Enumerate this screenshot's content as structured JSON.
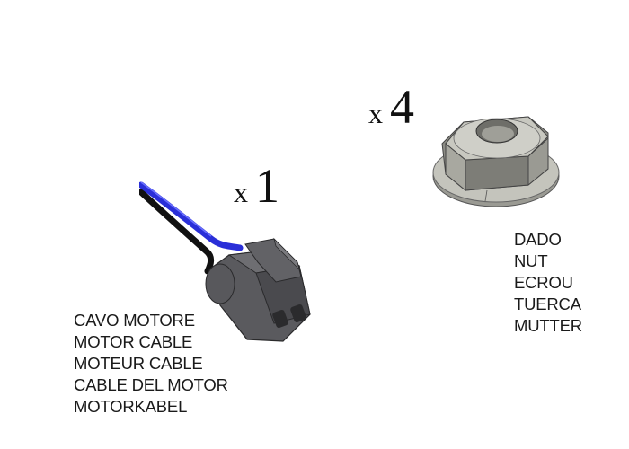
{
  "items": [
    {
      "id": "motor-cable",
      "quantity_prefix": "x",
      "quantity": "1",
      "labels": [
        "CAVO MOTORE",
        "MOTOR CABLE",
        "MOTEUR CABLE",
        "CABLE DEL MOTOR",
        "MOTORKABEL"
      ],
      "icon": "cable-connector-icon",
      "colors": {
        "wire_blue": "#2a2fd8",
        "wire_black": "#111111",
        "connector": "#5a5a5e"
      }
    },
    {
      "id": "nut",
      "quantity_prefix": "x",
      "quantity": "4",
      "labels": [
        "DADO",
        "NUT",
        "ECROU",
        "TUERCA",
        "MUTTER"
      ],
      "icon": "flange-nut-icon",
      "colors": {
        "metal": "#b8b8b0"
      }
    }
  ]
}
